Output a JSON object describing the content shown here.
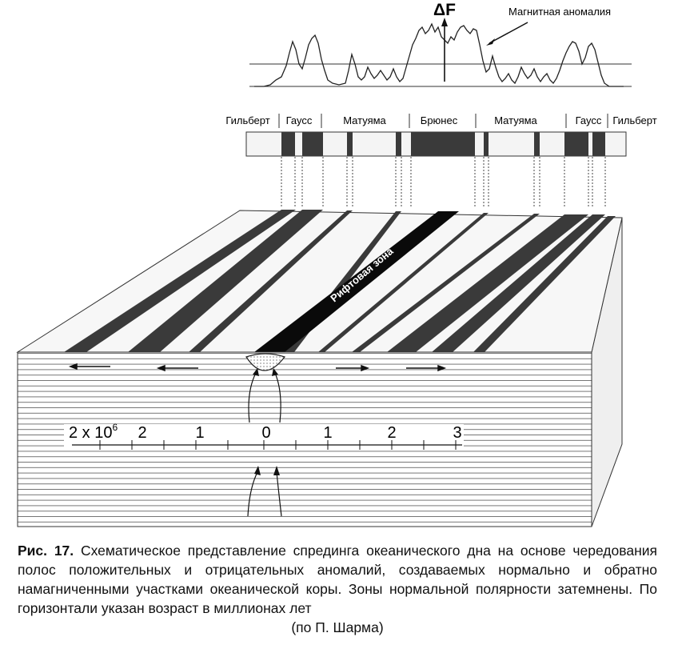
{
  "anomaly": {
    "delta_label": "ΔF",
    "title": "Магнитная аномалия"
  },
  "epochs": [
    "Гильберт",
    "Гаусс",
    "Матуяма",
    "Брюнес",
    "Матуяма",
    "Гаусс",
    "Гильберт"
  ],
  "rift_label": "Рифтовая зона",
  "scale": {
    "label_left": "2 x 10",
    "label_left_exp": "6",
    "ticks": [
      "2",
      "1",
      "0",
      "1",
      "2",
      "3"
    ]
  },
  "caption": {
    "number": "Рис. 17.",
    "text": "Схематическое представление спрединга океанического дна на основе чередования полос положительных и отрицательных аномалий, создаваемых нормально и обратно намагниченными участками океанической коры. Зоны нормальной полярности затемнены. По горизонтали указан возраст в миллионах лет",
    "last_line": "(по П. Шарма)"
  },
  "colors": {
    "normal_polarity": "#3a3a3a",
    "rift": "#0a0a0a",
    "reversed_polarity": "#f4f4f4"
  }
}
